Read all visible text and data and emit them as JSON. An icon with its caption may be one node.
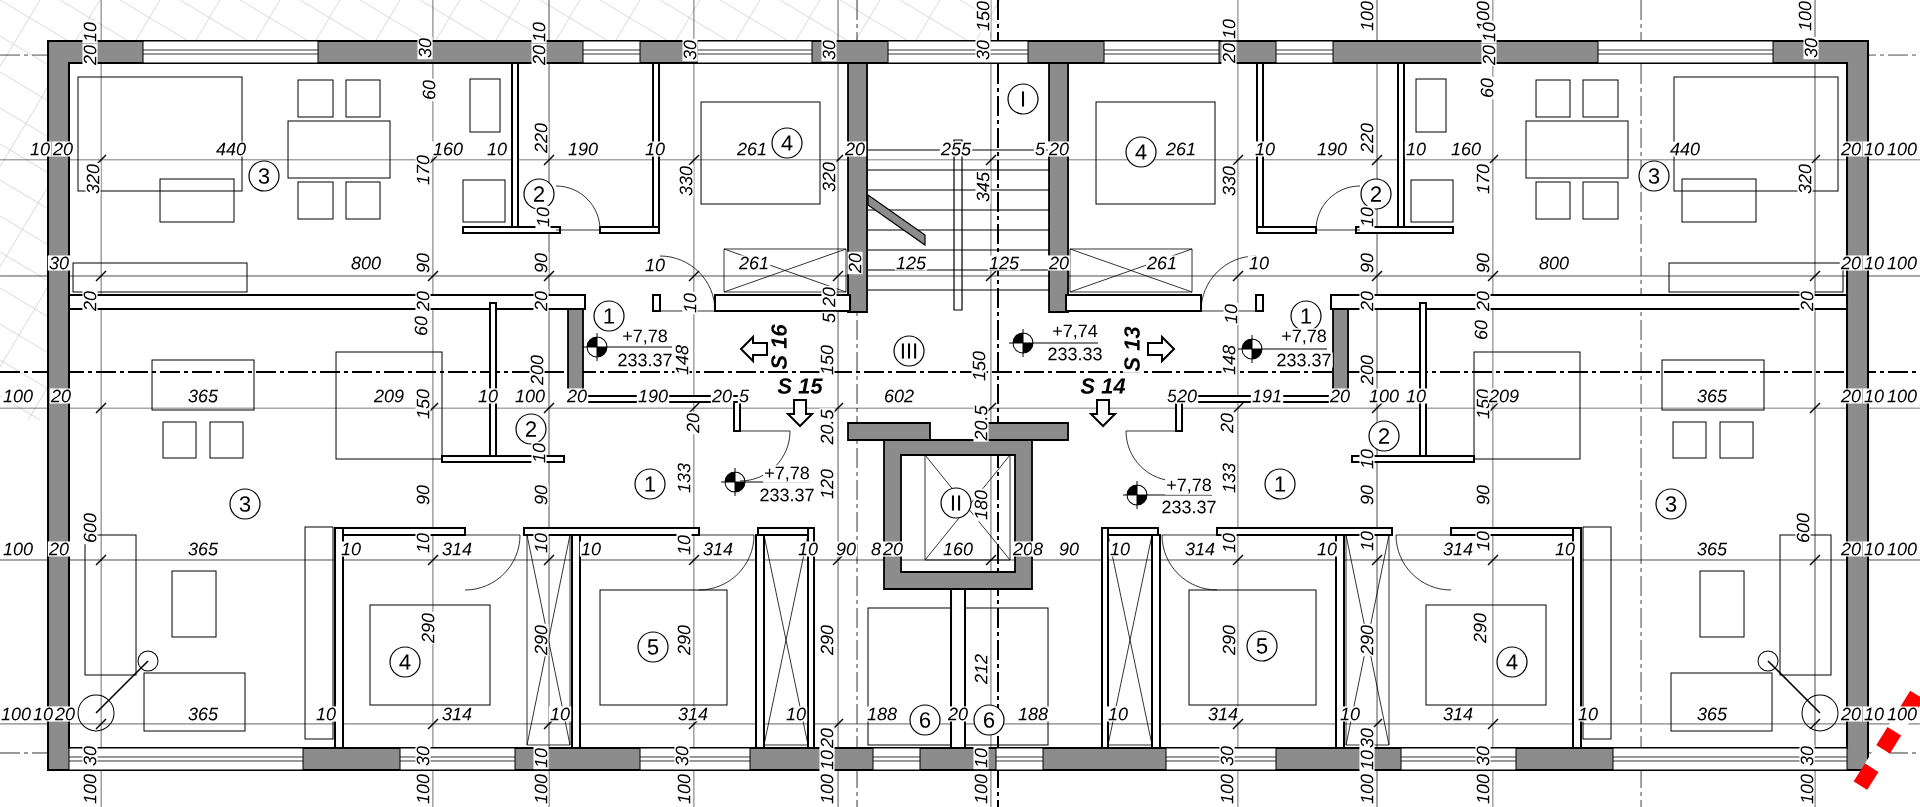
{
  "diagram": {
    "nodes": [
      {
        "text": [
          "3"
        ]
      },
      {
        "text": [
          "2"
        ]
      },
      {
        "text": [
          "4"
        ]
      },
      {
        "text": [
          "I"
        ]
      },
      {
        "text": [
          "4"
        ]
      },
      {
        "text": [
          "2"
        ]
      },
      {
        "text": [
          "3"
        ]
      },
      {
        "text": [
          "1"
        ]
      },
      {
        "text": [
          "III"
        ]
      },
      {
        "text": [
          "1"
        ]
      },
      {
        "text": [
          "2"
        ]
      },
      {
        "text": [
          "2"
        ]
      },
      {
        "text": [
          "3"
        ]
      },
      {
        "text": [
          "1"
        ]
      },
      {
        "text": [
          "II"
        ]
      },
      {
        "text": [
          "1"
        ]
      },
      {
        "text": [
          "3"
        ]
      },
      {
        "text": [
          "4"
        ]
      },
      {
        "text": [
          "5"
        ]
      },
      {
        "text": [
          "6"
        ]
      },
      {
        "text": [
          "6"
        ]
      },
      {
        "text": [
          "5"
        ]
      },
      {
        "text": [
          "4"
        ]
      }
    ],
    "labels": [
      "150",
      "100",
      "100",
      "100",
      "10",
      "20",
      "30",
      "10",
      "20",
      "30",
      "30",
      "30",
      "10",
      "20",
      "10",
      "20",
      "30",
      "60",
      "60",
      "10",
      "20",
      "440",
      "160",
      "10",
      "220",
      "190",
      "10",
      "261",
      "20",
      "255",
      "5",
      "20",
      "261",
      "10",
      "190",
      "220",
      "10",
      "160",
      "440",
      "20",
      "10",
      "100",
      "320",
      "170",
      "330",
      "320",
      "345",
      "330",
      "170",
      "320",
      "10",
      "10",
      "30",
      "800",
      "90",
      "90",
      "10",
      "261",
      "20",
      "125",
      "125",
      "20",
      "261",
      "10",
      "90",
      "90",
      "800",
      "20",
      "10",
      "100",
      "20",
      "20",
      "20",
      "10",
      "20",
      "5",
      "10",
      "20",
      "20",
      "20",
      "60",
      "+7,78",
      "+7,74",
      "+7,78",
      "60",
      "200",
      "233.37",
      "148",
      "S 16",
      "150",
      "150",
      "233.33",
      "S 13",
      "148",
      "233.37",
      "200",
      "100",
      "20",
      "365",
      "209",
      "150",
      "10",
      "100",
      "20",
      "190",
      "20",
      "5",
      "S 15",
      "602",
      "S 14",
      "5",
      "20",
      "191",
      "20",
      "100",
      "10",
      "150",
      "209",
      "365",
      "20",
      "10",
      "100",
      "10",
      "20",
      "20.5",
      "20.5",
      "20",
      "10",
      "90",
      "90",
      "133",
      "+7,78",
      "233.37",
      "120",
      "180",
      "+7,78",
      "233.37",
      "133",
      "90",
      "90",
      "600",
      "600",
      "100",
      "20",
      "365",
      "10",
      "10",
      "314",
      "10",
      "10",
      "10",
      "314",
      "10",
      "90",
      "8",
      "20",
      "160",
      "20",
      "8",
      "90",
      "10",
      "314",
      "10",
      "10",
      "10",
      "314",
      "10",
      "10",
      "365",
      "20",
      "10",
      "100",
      "290",
      "290",
      "290",
      "290",
      "212",
      "290",
      "290",
      "290",
      "100",
      "10",
      "20",
      "365",
      "10",
      "314",
      "10",
      "314",
      "10",
      "188",
      "20",
      "188",
      "10",
      "314",
      "10",
      "314",
      "10",
      "365",
      "20",
      "10",
      "100",
      "30",
      "30",
      "10",
      "30",
      "20",
      "10",
      "10",
      "30",
      "30",
      "10",
      "30",
      "30",
      "100",
      "100",
      "100",
      "100",
      "100",
      "100",
      "100",
      "100",
      "100",
      "100"
    ]
  }
}
